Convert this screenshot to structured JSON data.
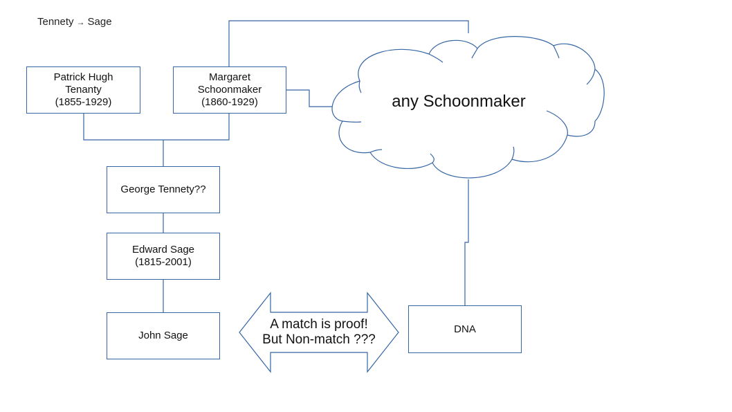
{
  "diagram": {
    "title": {
      "from": "Tennety",
      "arrow": "→",
      "to": "Sage"
    },
    "people": [
      {
        "id": "patrick",
        "name_line1": "Patrick Hugh",
        "name_line2": "Tenanty",
        "dates": "(1855-1929)"
      },
      {
        "id": "margaret",
        "name_line1": "Margaret",
        "name_line2": "Schoonmaker",
        "dates": "(1860-1929)"
      },
      {
        "id": "george",
        "name_line1": "George Tennety??"
      },
      {
        "id": "edward",
        "name_line1": "Edward Sage",
        "dates": "(1815-2001)"
      },
      {
        "id": "john",
        "name_line1": "John Sage"
      }
    ],
    "cloud": {
      "label": "any Schoonmaker"
    },
    "dna_box": {
      "label": "DNA"
    },
    "double_arrow": {
      "line1": "A match is proof!",
      "line2": "But Non-match ???"
    },
    "colors": {
      "stroke": "#3465a4",
      "fill": "#ffffff",
      "text": "#111111"
    }
  }
}
